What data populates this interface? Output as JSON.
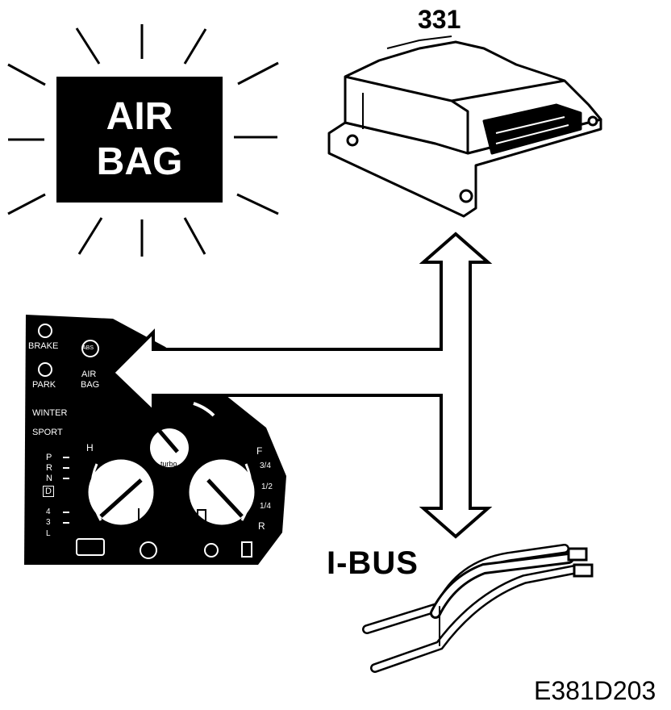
{
  "labels": {
    "module_number": "331",
    "bus_name": "I-BUS",
    "figure_code": "E381D203"
  },
  "warning_lamp": {
    "line1": "AIR",
    "line2": "BAG"
  },
  "cluster": {
    "brake": "BRAKE",
    "park": "PARK",
    "airbag_line1": "AIR",
    "airbag_line2": "BAG",
    "abs": "ABS",
    "winter": "WINTER",
    "sport": "SPORT",
    "turbo": "turbo",
    "gears": [
      "P",
      "R",
      "N",
      "D",
      "4",
      "3",
      "L"
    ],
    "temp_high": "H",
    "temp_low": "L",
    "fuel_full": "F",
    "fuel_three_quarter": "3/4",
    "fuel_half": "1/2",
    "fuel_quarter": "1/4",
    "fuel_reserve": "R"
  },
  "icons": [
    "brake-warning-icon",
    "parking-brake-icon",
    "abs-icon",
    "check-engine-icon",
    "gearbox-warning-icon",
    "headlight-icon",
    "fuel-pump-icon",
    "coolant-temp-icon",
    "airbag-control-module-icon",
    "wire-harness-icon"
  ]
}
